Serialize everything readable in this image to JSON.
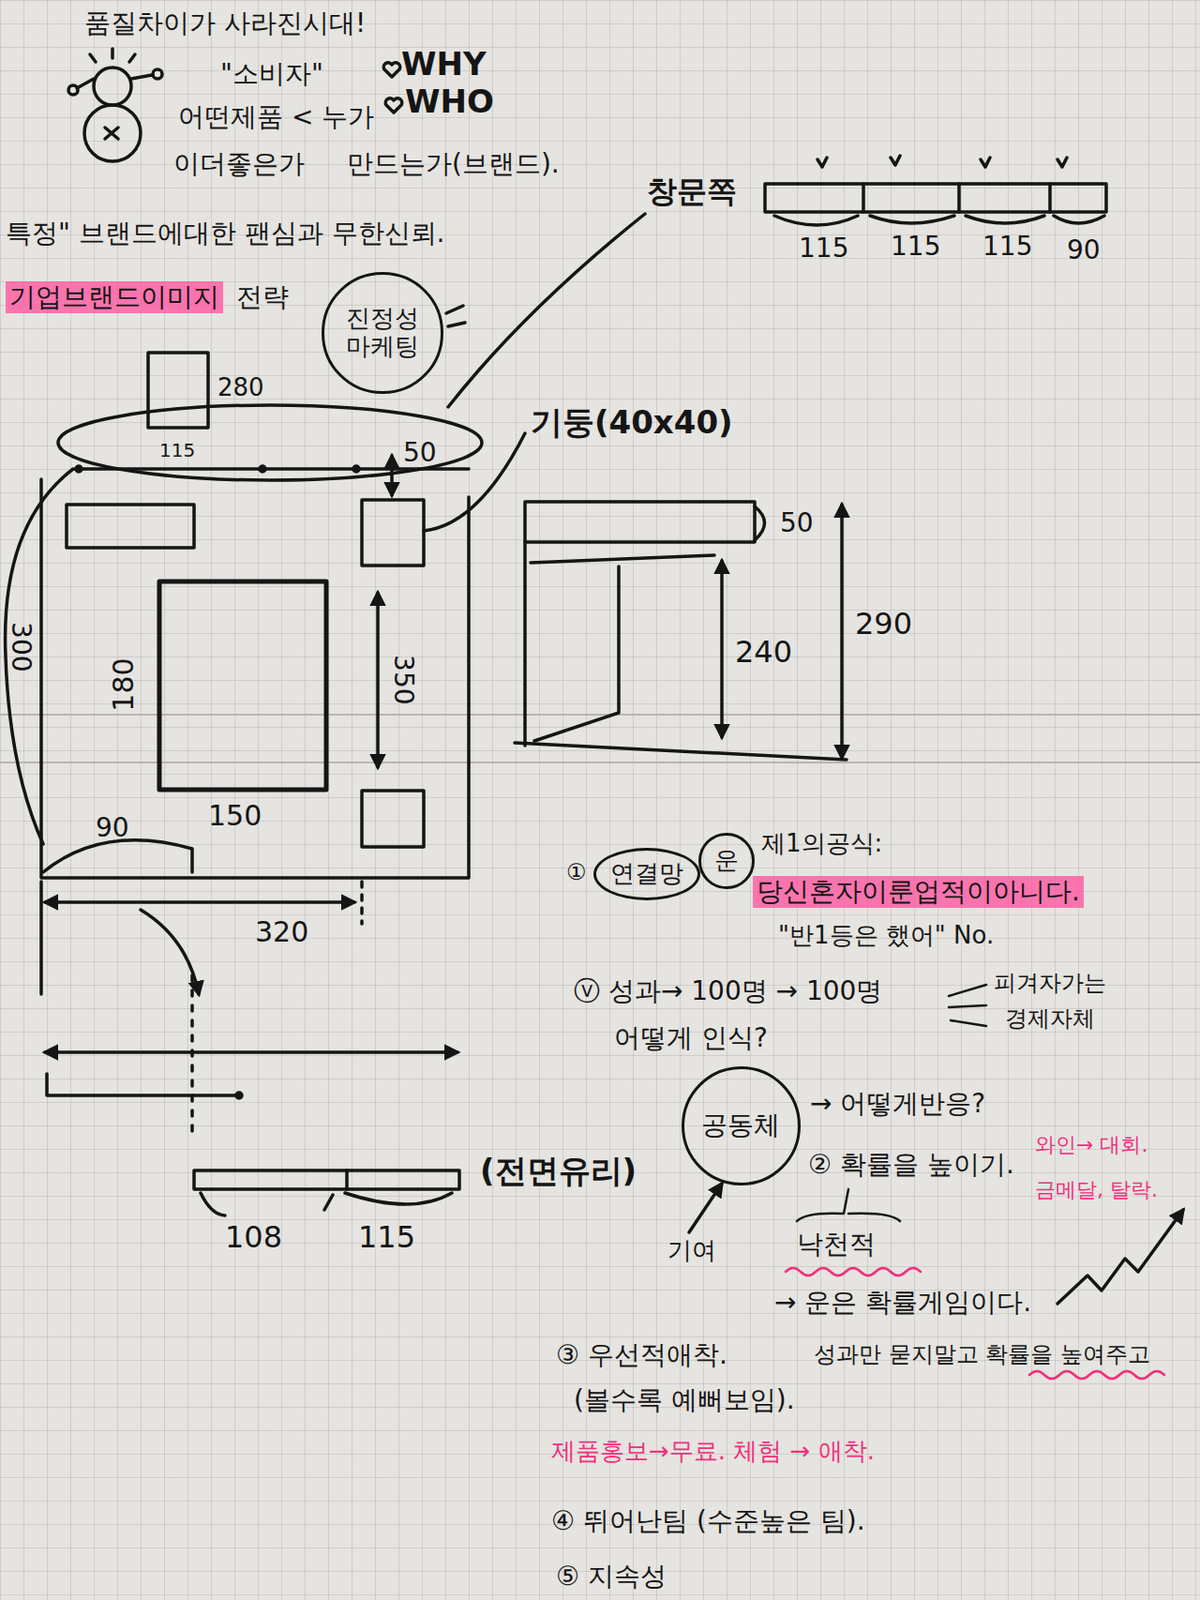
{
  "diagram": {
    "nodes": [
      {
        "text": [
          "진정성 마케팅"
        ]
      },
      {
        "text": [
          "연결망"
        ]
      },
      {
        "text": [
          "운"
        ]
      },
      {
        "text": [
          "공동체"
        ]
      }
    ],
    "labels": [
      "품질차이가 사라진시대!",
      "\"소비자\"",
      "WHY",
      "어떤제품 < 누가",
      "WHO",
      "이더좋은가",
      "만드는가(브랜드).",
      "특정\" 브랜드에대한 팬심과 무한신뢰.",
      "기업브랜드이미지",
      "전략",
      "창문쪽",
      "115",
      "115",
      "115",
      "90",
      "280",
      "115",
      "50",
      "기둥(40x40)",
      "180",
      "150",
      "350",
      "90",
      "320",
      "300",
      "(전면유리)",
      "108",
      "115",
      "50",
      "240",
      "290",
      "①",
      "제1의공식:",
      "당신혼자이룬업적이아니다.",
      "\"반1등은 했어\" No.",
      "ⓥ 성과→ 100명 → 100명",
      "어떻게 인식?",
      "피겨자가는",
      "경제자체",
      "→ 어떻게반응?",
      "② 확률을 높이기.",
      "와인→ 대회.",
      "금메달, 탈락.",
      "기여",
      "낙천적",
      "→ 운은 확률게임이다.",
      "③ 우선적애착.",
      "성과만 묻지말고 확률을 높여주고",
      "(볼수록 예뻐보임).",
      "제품홍보→무료. 체험 → 애착.",
      "④ 뛰어난팀 (수준높은 팀).",
      "⑤ 지속성"
    ]
  }
}
